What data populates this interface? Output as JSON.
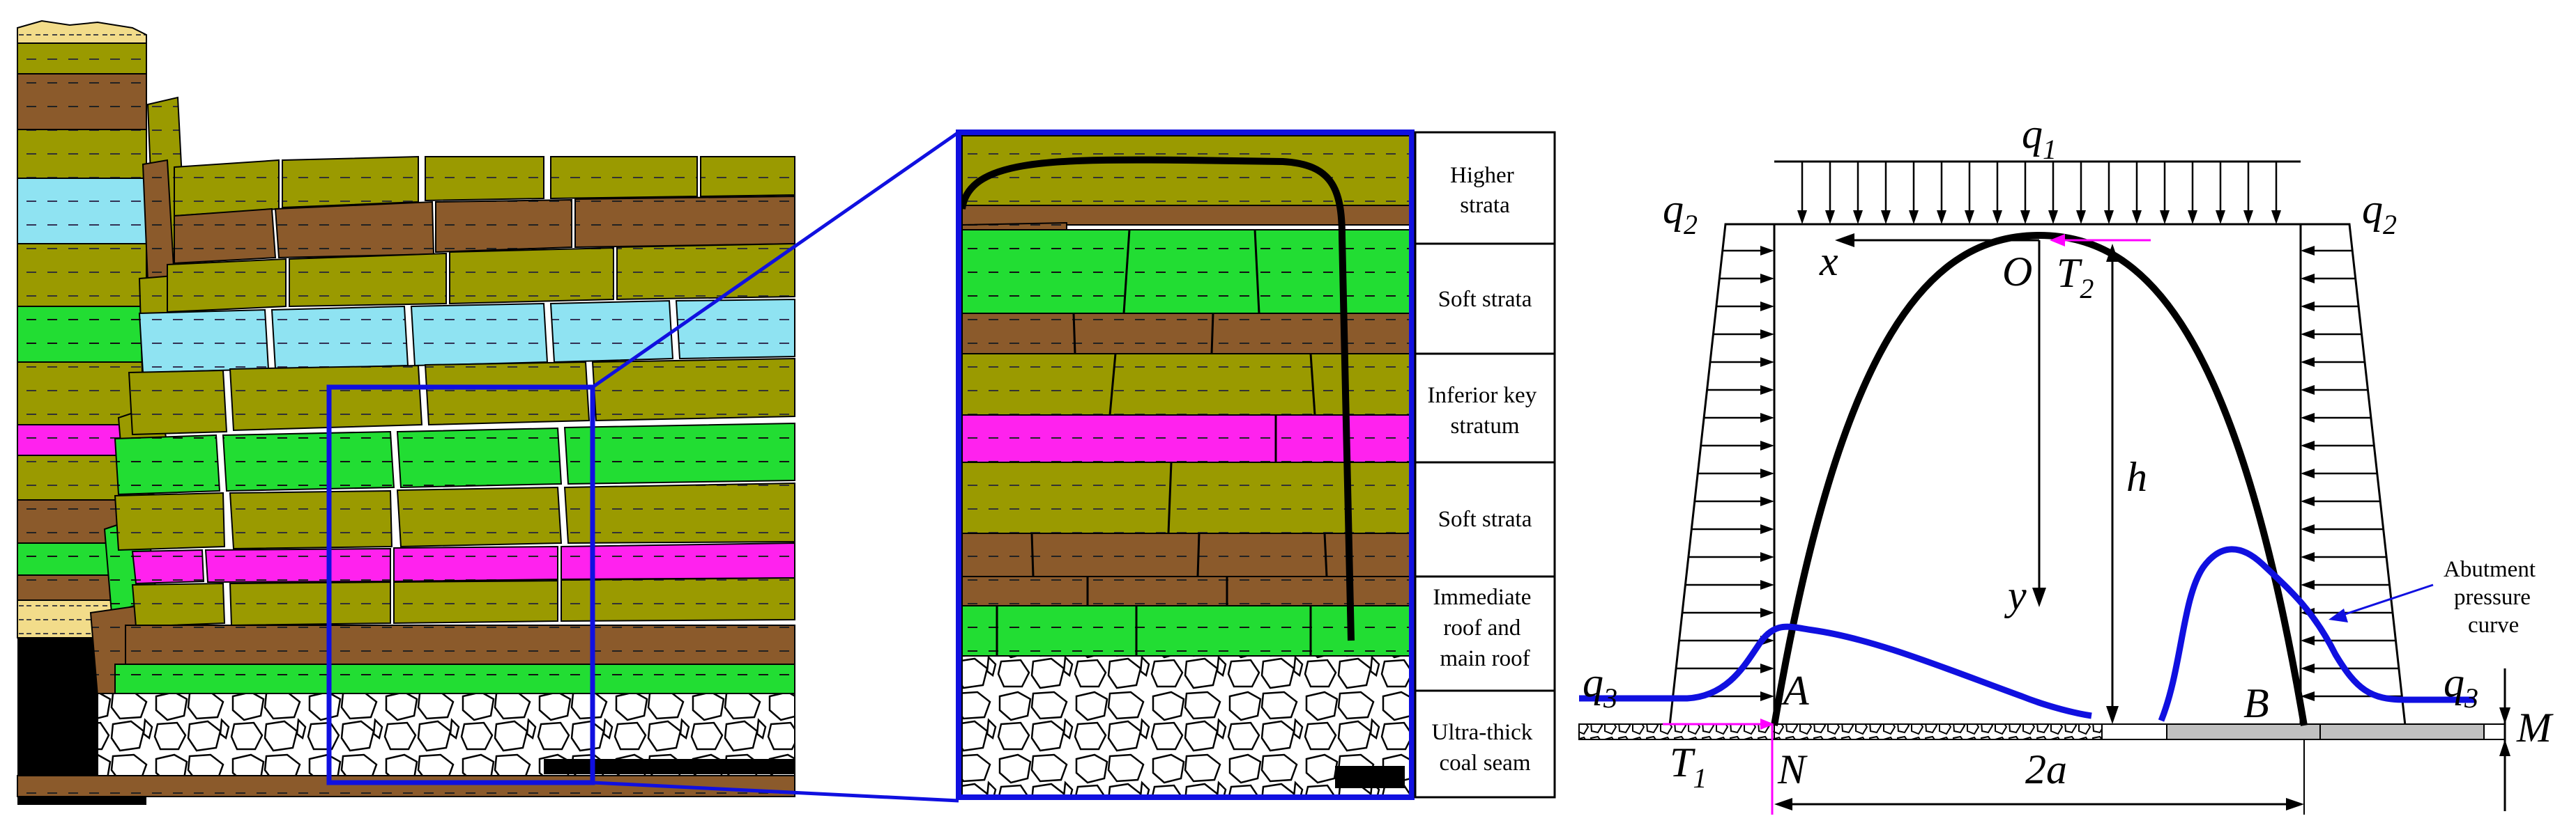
{
  "legend_table": {
    "rows": [
      {
        "lines": [
          "Higher",
          "strata"
        ]
      },
      {
        "lines": [
          "Soft strata"
        ]
      },
      {
        "lines": [
          "Inferior key",
          "stratum"
        ]
      },
      {
        "lines": [
          "Soft strata"
        ]
      },
      {
        "lines": [
          "Immediate",
          "roof and",
          "main roof"
        ]
      },
      {
        "lines": [
          "Ultra-thick",
          "coal seam"
        ]
      }
    ]
  },
  "mechanics_model": {
    "loads": {
      "q1": "q",
      "q1_sub": "1",
      "q2": "q",
      "q2_sub": "2",
      "q3": "q",
      "q3_sub": "3"
    },
    "forces": {
      "T1": "T",
      "T1_sub": "1",
      "T2": "T",
      "T2_sub": "2"
    },
    "points": {
      "O": "O",
      "A": "A",
      "B": "B",
      "N": "N",
      "M": "M"
    },
    "axes": {
      "x": "x",
      "y": "y"
    },
    "dimensions": {
      "height": "h",
      "span": "2a"
    },
    "annotation": {
      "lines": [
        "Abutment",
        "pressure",
        "curve"
      ]
    }
  },
  "colors": {
    "olive": "#9a9a00",
    "brown": "#8b5a2b",
    "cyan": "#8fe3f2",
    "green": "#22dd33",
    "magenta": "#ff22ee",
    "sand": "#f2dc8a",
    "blue": "#1010e0",
    "pink": "#ff00ff",
    "grey": "#c0c0c0"
  }
}
